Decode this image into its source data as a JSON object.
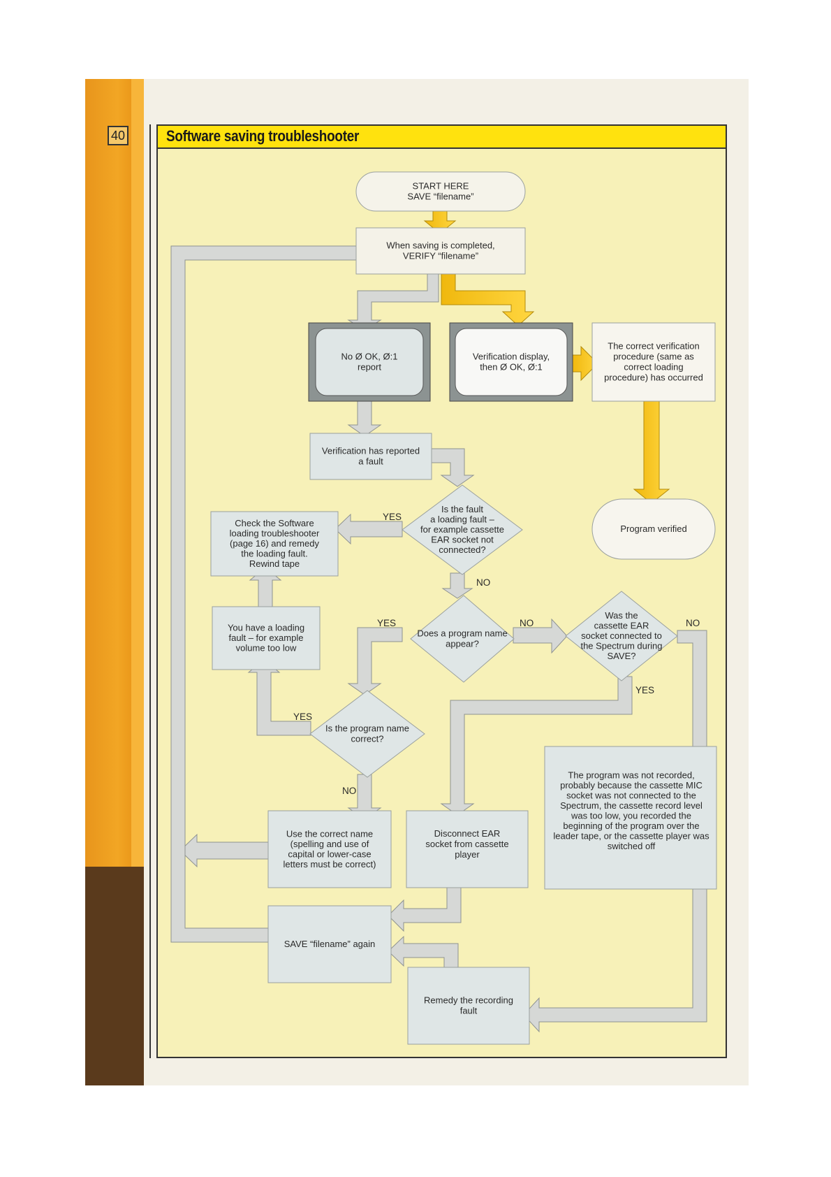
{
  "page_number": "40",
  "title": "Software saving troubleshooter",
  "nodes": {
    "start": [
      "START HERE",
      "SAVE “filename”"
    ],
    "verify": [
      "When saving is completed,",
      "VERIFY “filename”"
    ],
    "no_ok": [
      "No Ø OK, Ø:1",
      "report"
    ],
    "ver_display": [
      "Verification display,",
      "then Ø OK, Ø:1"
    ],
    "correct_proc": [
      "The correct verification",
      "procedure (same as",
      "correct loading",
      "procedure) has occurred"
    ],
    "fault": [
      "Verification has reported",
      "a fault"
    ],
    "loading_fault_q": [
      "Is the fault",
      "a loading fault –",
      "for example cassette",
      "EAR socket not",
      "connected?"
    ],
    "check_software": [
      "Check the Software",
      "loading troubleshooter",
      "(page 16) and remedy",
      "the loading fault.",
      "Rewind tape"
    ],
    "program_verified": [
      "Program verified"
    ],
    "name_appear_q": [
      "Does a program name",
      "appear?"
    ],
    "ear_connected_q": [
      "Was the",
      "cassette EAR",
      "socket connected to",
      "the Spectrum during",
      "SAVE?"
    ],
    "loading_fault": [
      "You have a loading",
      "fault – for example",
      "volume too low"
    ],
    "name_correct_q": [
      "Is the program name",
      "correct?"
    ],
    "not_recorded": [
      "The program was not recorded,",
      "probably because the cassette MIC",
      "socket was not connected to the",
      "Spectrum, the cassette record level",
      "was too low, you recorded the",
      "beginning of the program over the",
      "leader tape, or the cassette player was",
      "switched off"
    ],
    "use_correct": [
      "Use the correct name",
      "(spelling and use of",
      "capital or lower-case",
      "letters must be correct)"
    ],
    "disconnect": [
      "Disconnect EAR",
      "socket from cassette",
      "player"
    ],
    "save_again": [
      "SAVE “filename” again"
    ],
    "remedy": [
      "Remedy the recording",
      "fault"
    ]
  },
  "labels": {
    "yes1": "YES",
    "no1": "NO",
    "yes2": "YES",
    "no2": "NO",
    "no3": "NO",
    "yes3": "YES",
    "yes4": "YES",
    "no4": "NO"
  },
  "colors": {
    "frame_bg": "#f7f1b8",
    "title_bar": "#ffe20e",
    "box": "#dfe6e6",
    "grey_arrow": "#d4d6d4",
    "yellow_arrow": "#f5c21a",
    "orange_edge": "#f2a624"
  }
}
